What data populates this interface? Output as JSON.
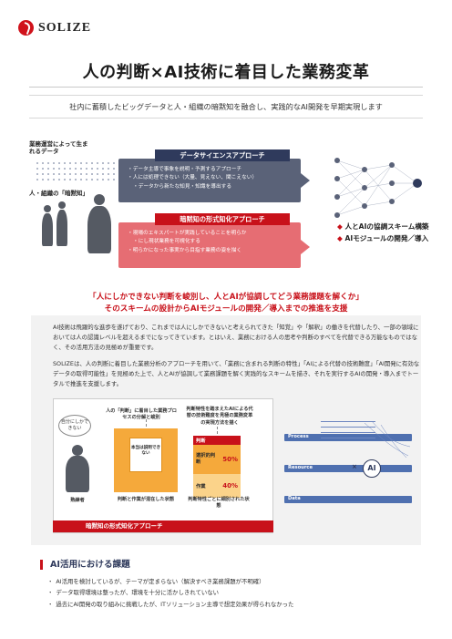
{
  "brand": {
    "logo_text": "SOLIZE",
    "accent": "#c8111a",
    "navy": "#2f3a5c"
  },
  "title": "人の判断×AI技術に着目した業務変革",
  "subtitle": "社内に蓄積したビッグデータと人・組織の暗黙知を融合し、実践的なAI開発を早期実現します",
  "hero": {
    "label_top": "業務運営によって生まれるデータ",
    "label_bottom": "人・組織の「暗黙知」",
    "ds": {
      "title": "データサイエンスアプローチ",
      "items": [
        "データ主導で事象を説明・予測するアプローチ",
        "人には処理できない（大量、見えない、聞こえない）",
        "データから新たな知見・知識を導出する"
      ]
    },
    "tacit": {
      "title": "暗黙知の形式知化アプローチ",
      "items": [
        "現場のエキスパートが実践していることを明らか",
        "にし現状業務を可視化する",
        "明らかになった事実から目指す業務の姿を描く"
      ]
    },
    "results": [
      "人とAIの協調スキーム構築",
      "AIモジュールの開発／導入"
    ]
  },
  "headline": [
    "「人にしかできない判断を峻別し、人とAIが協調してどう業務課題を解くか」",
    "そのスキームの設計からAIモジュールの開発／導入までの推進を支援"
  ],
  "paragraphs": [
    "AI技術は飛躍的な進歩を遂げており、これまでは人にしかできないと考えられてきた「知覚」や「解釈」の働きを代替したり、一部の領域においては人の認識レベルを超えるまでになってきています。とはいえ、業務における人の思考や判断のすべてを代替できる万能なものではなく、その活用方法の見極めが重要です。",
    "SOLIZEは、人の判断に着目した業務分析のアプローチを用いて、「業務に含まれる判断の特性」「AIによる代替の技術難度」「AI開発に有効なデータの取得可能性」を見極めた上で、人とAIが協調して業務課題を解く実践的なスキームを描き、それを実行するAIの開発・導入までトータルで推進を支援します。"
  ],
  "figure": {
    "bubble": "自分にしかできない",
    "step1": "人の「判断」に着目した業務プロセスの分解と峻別",
    "stack_inner": "本当は説明できない",
    "step2": "判断特性を踏まえたAIによる代替の技術難度を見極の業務変革の実現方法を描く",
    "expert": "熟練者",
    "under1": "判断と作業が混在した状態",
    "under2": "判断特性ごとに細別された状態",
    "bars": [
      {
        "label": "判断",
        "pct": "10%",
        "value": 10,
        "color": "#c8111a"
      },
      {
        "label": "選択的判断",
        "pct": "50%",
        "value": 50,
        "color": "#f5a93b"
      },
      {
        "label": "作業",
        "pct": "40%",
        "value": 40,
        "color": "#fbd38a"
      }
    ],
    "footer": "暗黙知の形式知化アプローチ",
    "layers": [
      "Process",
      "Resource",
      "Data"
    ],
    "ai": "AI",
    "times": "×"
  },
  "section": {
    "heading": "AI活用における課題",
    "bullets": [
      "AI活用を検討しているが、テーマが定まらない（解決すべき業務課題が不明確）",
      "データ取得環境は整ったが、環境を十分に活かしきれていない",
      "過去にAI開発の取り組みに挑戦したが、ITソリューション主導で想定効果が得られなかった"
    ]
  }
}
